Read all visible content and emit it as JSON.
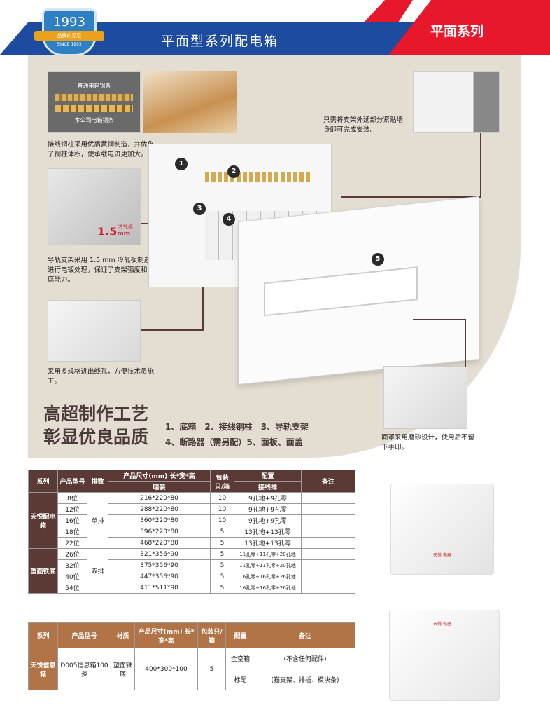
{
  "header": {
    "title": "平面型系列配电箱",
    "series": "平面系列",
    "badge_year": "1993",
    "badge_ribbon": "品牌的见证",
    "badge_since": "SINCE 1993"
  },
  "photos": {
    "copper_top_label": "普通电箱铜条",
    "copper_bottom_label": "本公司电箱铜条",
    "rail_thickness": "1.5",
    "rail_unit": "mm",
    "rail_material": "冷轧板"
  },
  "notes": {
    "copper": "接线铜柱采用优质黄铜制造，并优化了铜柱体积，使承载电流更加大。",
    "mount": "只需将支架外延部分紧贴墙身即可完成安装。",
    "rail": "导轨支架采用 1.5 mm 冷轧板制造并进行电镀处理，保证了支架强度和防腐能力。",
    "holes": "采用多规格进出线孔，方便技术员施工。",
    "cover": "面罩采用磨砂设计，使用后不留下手印。"
  },
  "callouts": [
    "1",
    "2",
    "3",
    "4",
    "5"
  ],
  "headline": {
    "line1": "高超制作工艺",
    "line2": "彰显优良品质"
  },
  "parts": {
    "line1": "1、底箱　2、接线铜柱　3、导轨支架",
    "line2": "4、断路器（需另配）5、面板、面盖"
  },
  "table1": {
    "headers": {
      "series": "系列",
      "model": "产品型号",
      "rows": "排数",
      "size": "产品尺寸(mm) 长*宽*高",
      "size_sub": "暗装",
      "pack": "包装只/箱",
      "config": "配置",
      "config_sub": "接线排",
      "remark": "备注"
    },
    "series_a": "天悦配电箱",
    "series_b": "塑面铁底",
    "row_single": "单排",
    "row_double": "双排",
    "rows": [
      {
        "model": "8位",
        "size": "216*220*80",
        "pack": "10",
        "config": "9孔地+9孔零"
      },
      {
        "model": "12位",
        "size": "288*220*80",
        "pack": "10",
        "config": "9孔地+9孔零"
      },
      {
        "model": "16位",
        "size": "360*220*80",
        "pack": "10",
        "config": "9孔地+9孔零"
      },
      {
        "model": "18位",
        "size": "396*220*80",
        "pack": "5",
        "config": "13孔地+13孔零"
      },
      {
        "model": "22位",
        "size": "468*220*80",
        "pack": "5",
        "config": "13孔地+13孔零"
      },
      {
        "model": "26位",
        "size": "321*356*90",
        "pack": "5",
        "config": "11孔零+11孔零+20孔地"
      },
      {
        "model": "32位",
        "size": "375*356*90",
        "pack": "5",
        "config": "11孔零+11孔零+20孔地"
      },
      {
        "model": "40位",
        "size": "447*356*90",
        "pack": "5",
        "config": "16孔零+16孔零+26孔地"
      },
      {
        "model": "54位",
        "size": "411*511*90",
        "pack": "5",
        "config": "16孔零+16孔零+26孔地"
      }
    ]
  },
  "table2": {
    "headers": {
      "series": "系列",
      "model": "产品型号",
      "material": "材质",
      "size": "产品尺寸(mm) 长*宽*高",
      "pack": "包装只/箱",
      "config": "配置",
      "remark": "备注"
    },
    "series": "天悦信息箱",
    "model": "D005信息箱100深",
    "material": "塑面铁底",
    "size": "400*300*100",
    "pack": "5",
    "rows": [
      {
        "config": "全空箱",
        "remark": "(不含任何配件)"
      },
      {
        "config": "标配",
        "remark": "(猫支架、排插、模块条)"
      }
    ]
  },
  "product_logo": "天悦 电器"
}
